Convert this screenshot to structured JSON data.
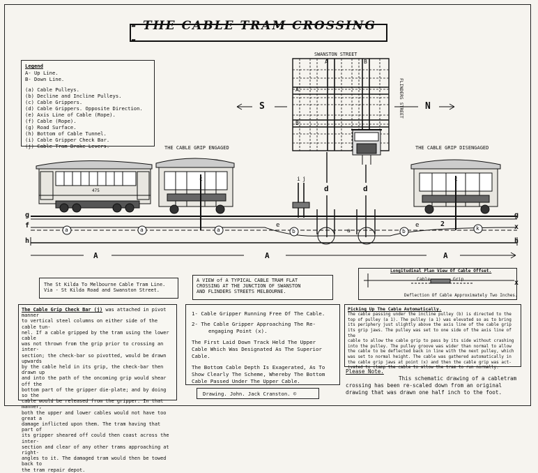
{
  "title": "- THE CABLE TRAM CROSSING -",
  "legend": {
    "heading": "Legend",
    "lines": [
      "A-  Up Line.",
      "B-  Down Line."
    ],
    "items": [
      "(a) Cable Pulleys.",
      "(b) Decline and Incline Pulleys.",
      "(c) Cable Grippers.",
      "(d) Cable Grippers. Opposite Direction.",
      "(e) Axis Line of Cable (Rope).",
      "(f) Cable (Rope).",
      "(g) Road Surface.",
      "(h) Bottom of Cable Tunnel.",
      "(i) Cable Gripper Check Bar.",
      "(j) Cable Tram Brake Levers."
    ]
  },
  "plan": {
    "street_top": "SWANSTON STREET",
    "street_side": "FLINDERS STREET",
    "labels": [
      "A",
      "B",
      "A",
      "B"
    ]
  },
  "direction": {
    "south": "S",
    "north": "N"
  },
  "grip_engaged": "THE CABLE GRIP ENGAGED",
  "grip_disengaged": "THE CABLE GRIP DISENGAGED",
  "tram_number": "475",
  "section_letters": {
    "g": "g",
    "f": "f",
    "h": "h",
    "x": "x",
    "a": "a",
    "b": "b",
    "c": "c",
    "d": "d",
    "e": "e",
    "i": "i",
    "j": "j",
    "k": "k",
    "two": "2",
    "A": "A"
  },
  "box_route": {
    "line1": "The St Kilda To Melbourne Cable Tram Line.",
    "line2": "Via - St Kilda Road and Swanston Street."
  },
  "box_view": {
    "line1": "A VIEW  of A TYPICAL CABLE TRAM FLAT",
    "line2": "CROSSING AT THE JUNCTION OF SWANSTON",
    "line3": "AND FLINDERS STREETS MELBOURNE."
  },
  "box_long": {
    "heading": "Longitudinal Plan View Of Cable Offset.",
    "cable": "Cable",
    "grip": "Grip",
    "caption": "Deflection Of Cable Approximately Two Inches."
  },
  "check_bar": {
    "heading": "The Cable Grip Check Bar (j)",
    "lines": [
      "was attached in pivot manner",
      "to vertical steel columns on either side of the cable tun-",
      "nel.  If a cable gripped by the tram using the lower cable",
      "was not thrown from the grip  prior to crossing  an inter-",
      "section; the check-bar so pivotted, would be drawn upwards",
      "by the cable held in its grip, the check-bar then drawn up",
      "and into the path of the oncoming grip would shear off the",
      "bottom part of the gripper die-plate;  and by doing so the",
      "cable would be released from the gripper.  In that manner,",
      "both the upper and lower cables would not have too great a",
      "damage inflicted upon them.  The tram  having that part of",
      "its gripper sheared off could then coast across the inter-",
      "section and clear of any other trams approaching at right-",
      "angles to it. The damaged tram would then be towed back to",
      "the tram repair depot."
    ]
  },
  "notes": {
    "n1": "1-   Cable Gripper Running Free Of The Cable.",
    "n2a": "2-   The Cable Gripper Approaching The  Re-",
    "n2b": "engaging Point (x).",
    "p1": [
      "The First Laid Down Track Held The Upper",
      "Cable Which Was Designated As The Superior",
      "Cable."
    ],
    "p2": [
      "The Bottom Cable Depth Is Exagerated, As To",
      "Show Clearly The Scheme, Whereby The Bottom",
      "Cable Passed Under The Upper Cable."
    ]
  },
  "drawing_credit": "Drawing.  John. Jack Cranston. ©",
  "picking_up": {
    "heading": "Picking Up The Cable Automatically.",
    "lines": [
      "The cable passing under the incline pulley (b) is directed to the",
      "top of pulley (a 1). The pulley (a 1) was elevated so as to bring",
      "its periphery just slightly above the axis line of the  cable grip",
      "its grip jaws.  The pulley was set to one side of the axis line of the",
      "cable to allow the cable grip to pass by its side without crashing",
      "into the pulley.  The pulley groove was wider than normal to allow",
      "the cable to be deflected back in line with the next pulley, which",
      "was set to normal height.  The cable was gathered automatically in",
      "the cable grip jaws at point (x) and then the cable grip was act-",
      "ivated to clamp the cable to allow the tram to run normally."
    ]
  },
  "please_note": {
    "heading": "Please Note.",
    "lines": [
      "This schematic drawing of a cabletram",
      "crossing has been re-scaled down from an original",
      "drawing that was drawn one half inch to the foot."
    ]
  }
}
